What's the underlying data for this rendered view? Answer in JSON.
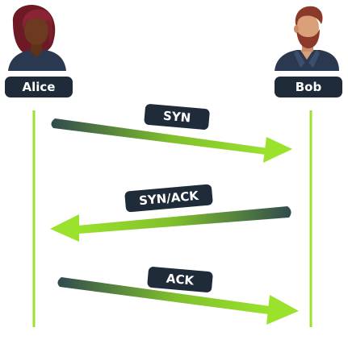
{
  "participants": [
    {
      "name": "Alice"
    },
    {
      "name": "Bob"
    }
  ],
  "messages": [
    {
      "label": "SYN",
      "from": "Alice",
      "to": "Bob"
    },
    {
      "label": "SYN/ACK",
      "from": "Bob",
      "to": "Alice"
    },
    {
      "label": "ACK",
      "from": "Alice",
      "to": "Bob"
    }
  ],
  "colors": {
    "accent": "#9be22d",
    "dark": "#1f2b38",
    "arrow_start": "#314b4f",
    "skin": "#6b3a20",
    "alice_hair": "#7a1f2c",
    "bob_hair": "#8b3a2a",
    "shirt": "#2a3950"
  }
}
